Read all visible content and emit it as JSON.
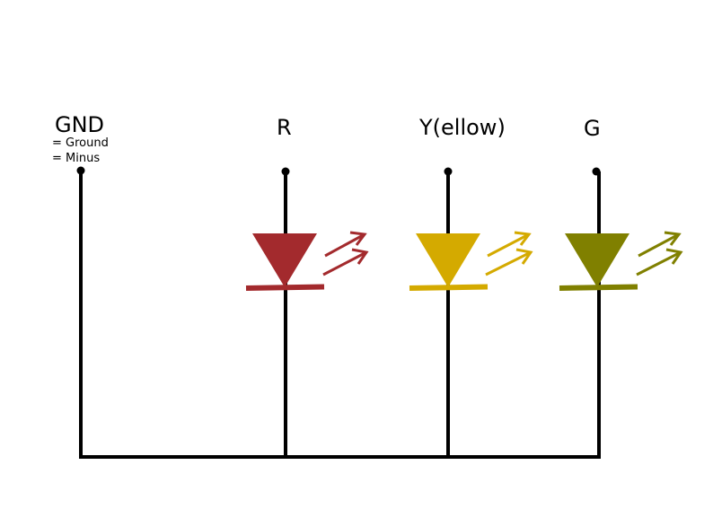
{
  "labels": {
    "gnd": "GND",
    "gnd_note_1": "= Ground",
    "gnd_note_2": "= Minus",
    "red": "R",
    "yellow": "Y(ellow)",
    "green": "G"
  },
  "colors": {
    "wire": "#000000",
    "red_led": "#a32a2d",
    "yellow_led": "#d4aa00",
    "green_led": "#808000"
  },
  "leds": [
    {
      "name": "red",
      "color_key": "red_led"
    },
    {
      "name": "yellow",
      "color_key": "yellow_led"
    },
    {
      "name": "green",
      "color_key": "green_led"
    }
  ]
}
